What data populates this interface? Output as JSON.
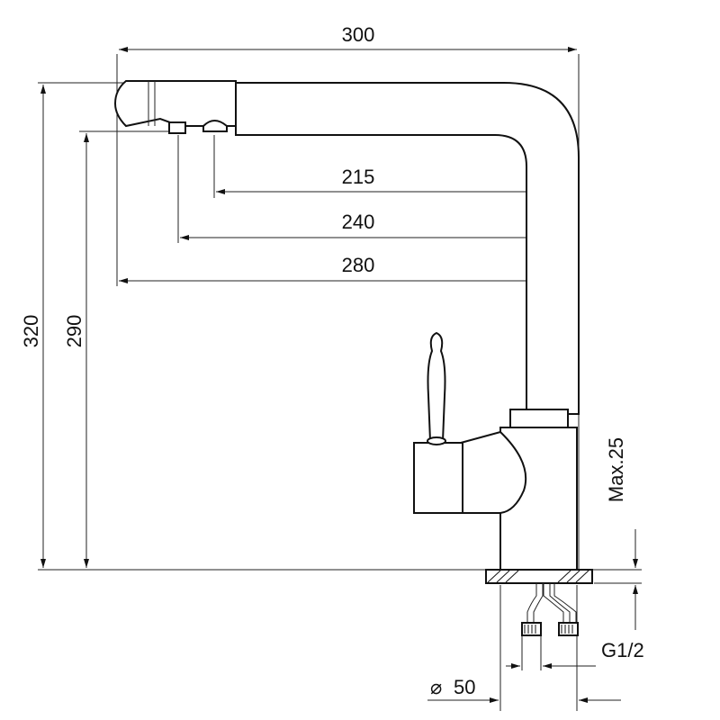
{
  "dimensions": {
    "overall_width": "300",
    "overall_height": "320",
    "outlet_height": "290",
    "reach_215": "215",
    "reach_240": "240",
    "reach_280": "280",
    "max_thickness": "Max.25",
    "thread": "G1/2",
    "diameter": "50",
    "diameter_symbol": "⌀"
  }
}
